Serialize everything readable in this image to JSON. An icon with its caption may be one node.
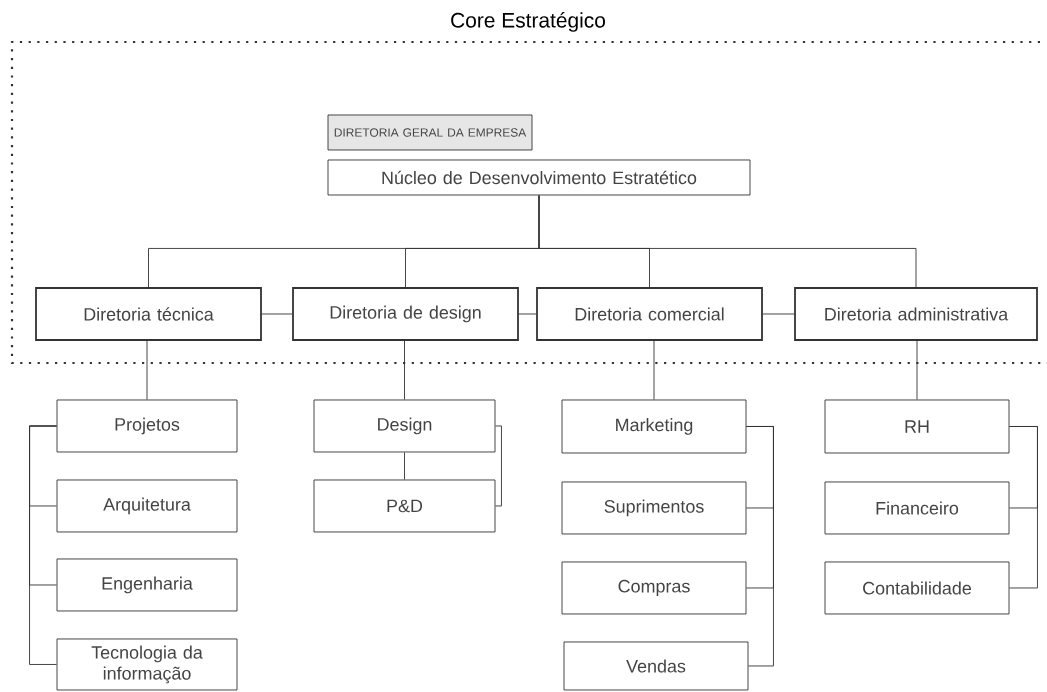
{
  "diagram": {
    "nodes": [
      {
        "text": [
          "Core Estratégico"
        ]
      },
      {
        "text": [
          "DIRETORIA GERAL DA EMPRESA"
        ],
        "in": 0
      },
      {
        "text": [
          "Núcleo de Desenvolvimento Estratético"
        ],
        "in": 0
      },
      {
        "text": [
          "Diretoria técnica"
        ],
        "in": 0
      },
      {
        "text": [
          "Diretoria de design"
        ],
        "in": 0
      },
      {
        "text": [
          "Diretoria comercial"
        ],
        "in": 0
      },
      {
        "text": [
          "Diretoria administrativa"
        ],
        "in": 0
      },
      {
        "text": [
          "Projetos"
        ]
      },
      {
        "text": [
          "Arquitetura"
        ]
      },
      {
        "text": [
          "Engenharia"
        ]
      },
      {
        "text": [
          "Tecnologia da informação"
        ]
      },
      {
        "text": [
          "Design"
        ]
      },
      {
        "text": [
          "P&D"
        ]
      },
      {
        "text": [
          "Marketing"
        ]
      },
      {
        "text": [
          "Suprimentos"
        ]
      },
      {
        "text": [
          "Compras"
        ]
      },
      {
        "text": [
          "Vendas"
        ]
      },
      {
        "text": [
          "RH"
        ]
      },
      {
        "text": [
          "Financeiro"
        ]
      },
      {
        "text": [
          "Contabilidade"
        ]
      }
    ],
    "edges": [
      {
        "from": 2,
        "to": 3,
        "arrow": "none"
      },
      {
        "from": 2,
        "to": 4,
        "arrow": "none"
      },
      {
        "from": 2,
        "to": 5,
        "arrow": "none"
      },
      {
        "from": 2,
        "to": 6,
        "arrow": "none"
      },
      {
        "from": 3,
        "to": 4,
        "arrow": "none"
      },
      {
        "from": 4,
        "to": 5,
        "arrow": "none"
      },
      {
        "from": 5,
        "to": 6,
        "arrow": "none"
      },
      {
        "from": 3,
        "to": 7,
        "arrow": "none"
      },
      {
        "from": 7,
        "to": 8,
        "arrow": "none"
      },
      {
        "from": 7,
        "to": 9,
        "arrow": "none"
      },
      {
        "from": 7,
        "to": 10,
        "arrow": "none"
      },
      {
        "from": 4,
        "to": 11,
        "arrow": "none"
      },
      {
        "from": 11,
        "to": 12,
        "arrow": "none"
      },
      {
        "from": 11,
        "to": 12,
        "arrow": "none"
      },
      {
        "from": 5,
        "to": 13,
        "arrow": "none"
      },
      {
        "from": 13,
        "to": 14,
        "arrow": "none"
      },
      {
        "from": 13,
        "to": 15,
        "arrow": "none"
      },
      {
        "from": 13,
        "to": 16,
        "arrow": "none"
      },
      {
        "from": 6,
        "to": 17,
        "arrow": "none"
      },
      {
        "from": 17,
        "to": 18,
        "arrow": "none"
      },
      {
        "from": 17,
        "to": 19,
        "arrow": "none"
      }
    ]
  }
}
